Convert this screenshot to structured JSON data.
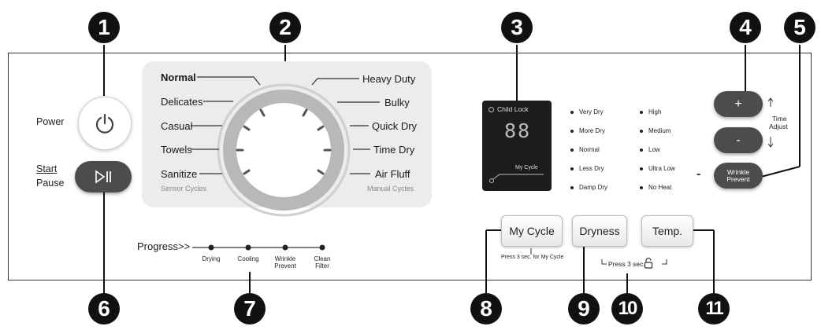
{
  "callouts": [
    "1",
    "2",
    "3",
    "4",
    "5",
    "6",
    "7",
    "8",
    "9",
    "10",
    "11"
  ],
  "left": {
    "power_label": "Power",
    "start_label": "Start",
    "pause_label": "Pause"
  },
  "dial": {
    "left_cycles": [
      "Normal",
      "Delicates",
      "Casual",
      "Towels",
      "Sanitize"
    ],
    "right_cycles": [
      "Heavy Duty",
      "Bulky",
      "Quick Dry",
      "Time Dry",
      "Air Fluff"
    ],
    "sensor_label": "Sensor Cycles",
    "manual_label": "Manual Cycles"
  },
  "progress": {
    "title": "Progress>>",
    "stages": [
      "Drying",
      "Cooling",
      "Wrinkle\nPrevent",
      "Clean\nFilter"
    ]
  },
  "display": {
    "child_lock": "Child Lock",
    "digits": "88",
    "my_cycle": "My Cycle"
  },
  "dryness_levels": [
    "Very Dry",
    "More Dry",
    "Normal",
    "Less Dry",
    "Damp Dry"
  ],
  "temp_levels": [
    "High",
    "Medium",
    "Low",
    "Ultra Low",
    "No Heat"
  ],
  "time": {
    "plus": "+",
    "minus": "-",
    "label_line1": "Time",
    "label_line2": "Adjust"
  },
  "wrinkle": {
    "line1": "Wrinkle",
    "line2": "Prevent",
    "dash": "-"
  },
  "buttons": {
    "my_cycle": "My Cycle",
    "dryness": "Dryness",
    "temp": "Temp."
  },
  "notes": {
    "my_cycle_hint": "Press 3 sec. for My Cycle",
    "lock_hint": "Press 3 sec."
  }
}
